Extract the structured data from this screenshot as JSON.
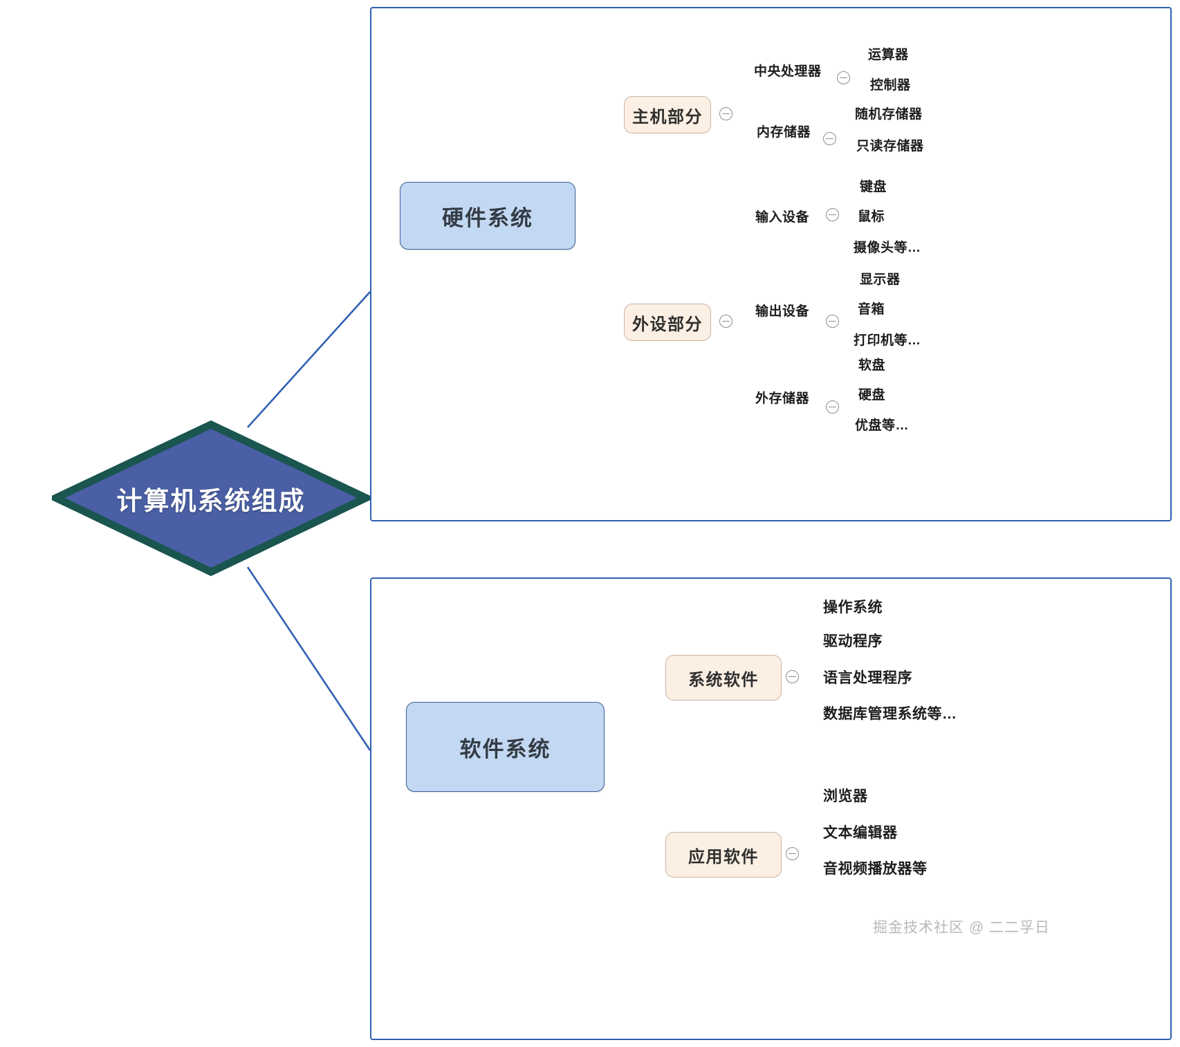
{
  "diagram": {
    "title": "计算机系统组成",
    "type": "mindmap",
    "colors": {
      "root_fill": "#4a5fa5",
      "root_border": "#1a5550",
      "root_text": "#ffffff",
      "branch_fill": "#c3d8f2",
      "branch_border": "#3b5f99",
      "sub_fill": "#fcefe3",
      "sub_border": "#c9b3a3",
      "panel_border": "#2f5fb4",
      "connector_blue": "#2f5fb4",
      "connector_gray": "#8c8c8c",
      "leaf_text": "#1d1d1d"
    }
  },
  "root": {
    "label": "计算机系统组成"
  },
  "branches": [
    {
      "id": "hardware",
      "label": "硬件系统",
      "children": [
        {
          "id": "host",
          "label": "主机部分",
          "toggle": "collapse-toggle",
          "children": [
            {
              "label": "中央处理器",
              "toggle": "collapse-toggle",
              "leaves": [
                "运算器",
                "控制器"
              ]
            },
            {
              "label": "内存储器",
              "toggle": "collapse-toggle",
              "leaves": [
                "随机存储器",
                "只读存储器"
              ]
            }
          ]
        },
        {
          "id": "peripheral",
          "label": "外设部分",
          "toggle": "collapse-toggle",
          "children": [
            {
              "label": "输入设备",
              "toggle": "collapse-toggle",
              "leaves": [
                "键盘",
                "鼠标",
                "摄像头等…"
              ]
            },
            {
              "label": "输出设备",
              "toggle": "collapse-toggle",
              "leaves": [
                "显示器",
                "音箱",
                "打印机等…"
              ]
            },
            {
              "label": "外存储器",
              "toggle": "collapse-toggle",
              "leaves": [
                "软盘",
                "硬盘",
                "优盘等…"
              ]
            }
          ]
        }
      ]
    },
    {
      "id": "software",
      "label": "软件系统",
      "children": [
        {
          "id": "system-software",
          "label": "系统软件",
          "toggle": "collapse-toggle",
          "leaves": [
            "操作系统",
            "驱动程序",
            "语言处理程序",
            "数据库管理系统等…"
          ]
        },
        {
          "id": "application-software",
          "label": "应用软件",
          "toggle": "collapse-toggle",
          "leaves": [
            "浏览器",
            "文本编辑器",
            "音视频播放器等"
          ]
        }
      ]
    }
  ],
  "watermark": {
    "text": "掘金技术社区 @ 二二孚日"
  }
}
